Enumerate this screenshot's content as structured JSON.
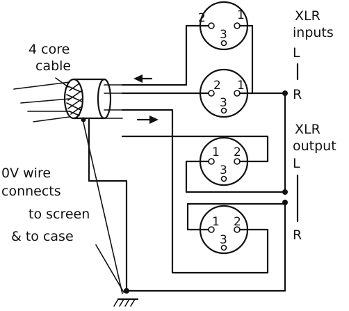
{
  "labels": {
    "xlr_inputs_line1": "XLR",
    "xlr_inputs_line2": "inputs",
    "xlr_output_line1": "XLR",
    "xlr_output_line2": "output",
    "in_L": "L",
    "in_R": "R",
    "out_L": "L",
    "out_R": "R",
    "cable_line1": "4 core",
    "cable_line2": "cable",
    "ov_line1": "0V wire",
    "ov_line2": "connects",
    "ov_line3": "to screen",
    "ov_line4": "& to case"
  },
  "connectors": [
    {
      "left_pin": "2",
      "right_pin": "1",
      "bottom_pin": "3"
    },
    {
      "left_pin": "2",
      "right_pin": "1",
      "bottom_pin": "3"
    },
    {
      "left_pin": "1",
      "right_pin": "2",
      "bottom_pin": "3"
    },
    {
      "left_pin": "1",
      "right_pin": "2",
      "bottom_pin": "3"
    }
  ]
}
